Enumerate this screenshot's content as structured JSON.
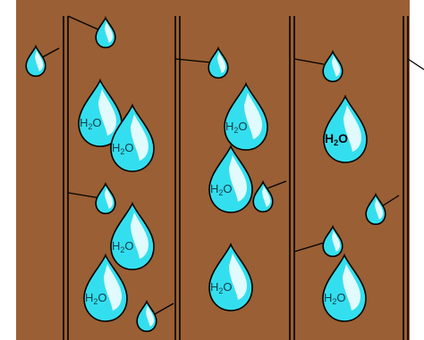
{
  "colors": {
    "soil": "#9a5f34",
    "drop_fill": "#33dfee",
    "drop_highlight": "#ffffff",
    "drop_outline": "#000000",
    "line": "#000000",
    "frame": "#ffffff"
  },
  "labels": {
    "molecule_main": "H",
    "molecule_subscript": "2",
    "molecule_tail": "O"
  },
  "icons": {
    "drop": "water-droplet-icon",
    "root": "root-strand"
  }
}
